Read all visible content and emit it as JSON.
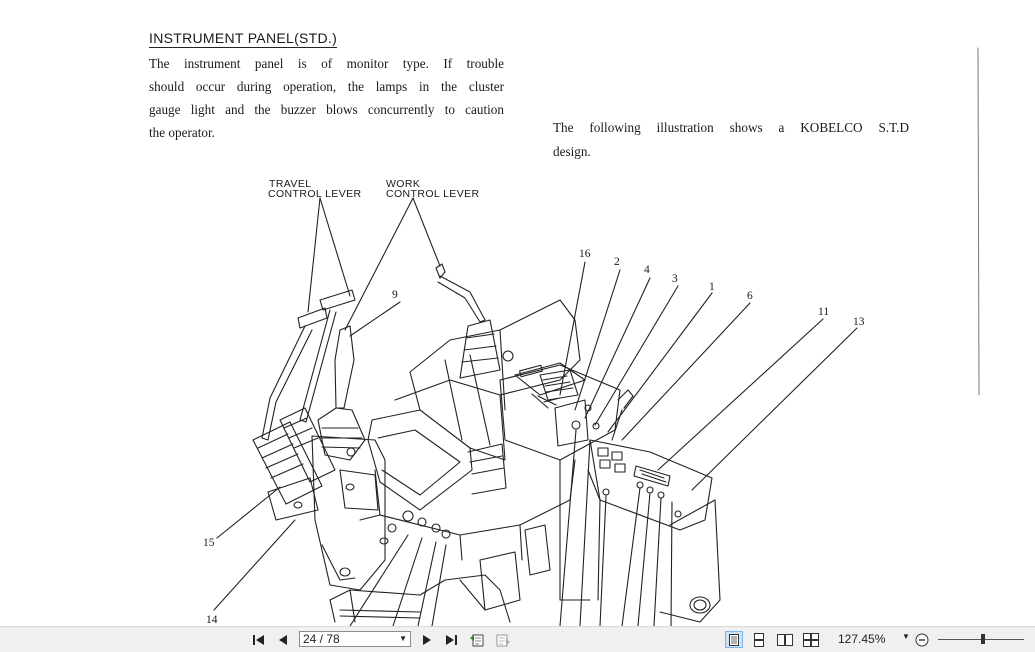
{
  "document": {
    "heading": "INSTRUMENT PANEL(STD.)",
    "paragraph_left": [
      "The instrument panel is of monitor type. If trouble",
      "should occur during operation, the lamps in the cluster",
      "gauge light and the buzzer blows concurrently to caution",
      "the operator."
    ],
    "paragraph_right": [
      "The following illustration shows a KOBELCO S.T.D",
      "design."
    ],
    "labels": {
      "travel_line1": "TRAVEL",
      "travel_line2": "CONTROL LEVER",
      "work_line1": "WORK",
      "work_line2": "CONTROL LEVER"
    },
    "callouts": {
      "n16": "16",
      "n2": "2",
      "n4": "4",
      "n3": "3",
      "n1": "1",
      "n6": "6",
      "n11": "11",
      "n13": "13",
      "n9": "9",
      "n15": "15",
      "n14": "14"
    }
  },
  "toolbar": {
    "page_value": "24 / 78",
    "zoom": "127.45%"
  },
  "icons": {
    "first": "first-page-icon",
    "prev": "previous-page-icon",
    "next": "next-page-icon",
    "last": "last-page-icon"
  }
}
